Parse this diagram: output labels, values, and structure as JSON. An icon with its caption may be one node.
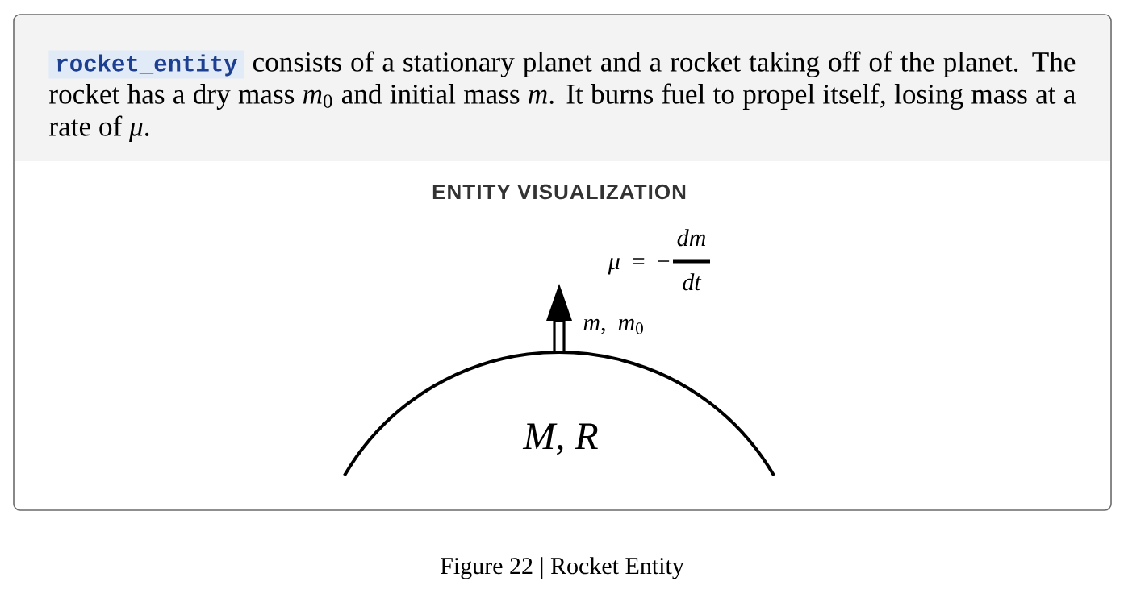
{
  "diagram": {
    "caption": "Figure 22 | Rocket Entity",
    "nodes": [
      {
        "text": [
          "ENTITY VISUALIZATION"
        ]
      },
      {
        "text": [
          "rocket_entity",
          "consists of a stationary planet and a rocket taking off of the planet. The rocket has a dry mass *m*$_{0}$ and initial mass *m*. It burns fuel to propel itself, losing mass at a rate of *μ*."
        ],
        "in": 0
      },
      {
        "text": [
          "*M*, *R*"
        ],
        "in": 0
      },
      {
        "text": [],
        "shape": "arrow",
        "in": 0,
        "beside": [
          "*m*, *m*$_{0}$"
        ]
      }
    ],
    "labels": [
      "*μ* = −",
      "dm",
      "dt"
    ]
  }
}
